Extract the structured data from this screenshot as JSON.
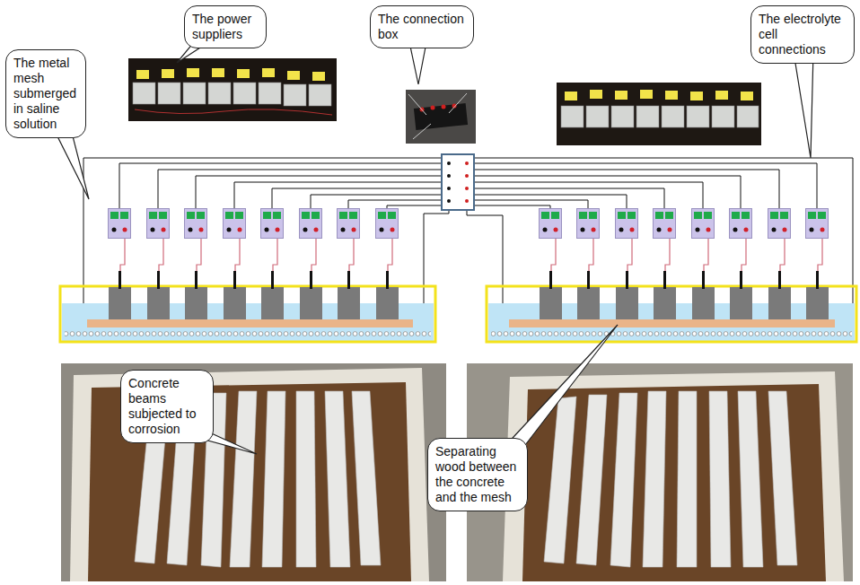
{
  "diagram": {
    "nodes": [
      {
        "text": [
          "The power suppliers"
        ]
      },
      {
        "text": [
          "The connection box"
        ]
      },
      {
        "text": [
          "The electrolyte cell connections"
        ]
      },
      {
        "text": [
          "The metal mesh submerged in saline solution"
        ]
      },
      {
        "text": [
          "Concrete beams subjected to corrosion"
        ]
      },
      {
        "text": [
          "Separating wood between the concrete and the mesh"
        ]
      }
    ]
  }
}
